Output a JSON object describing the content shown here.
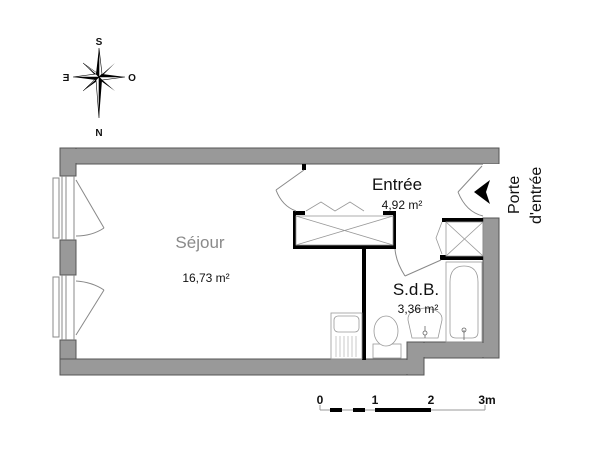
{
  "compass": {
    "north": "N",
    "south": "S",
    "east": "E",
    "west": "O"
  },
  "rooms": [
    {
      "name": "Séjour",
      "area": "16,73 m²"
    },
    {
      "name": "Entrée",
      "area": "4,92 m²"
    },
    {
      "name": "S.d.B.",
      "area": "3,36 m²"
    }
  ],
  "door_label": {
    "line1": "Porte",
    "line2": "d'entrée"
  },
  "scale_bar": {
    "ticks": [
      "0",
      "1",
      "2",
      "3m"
    ],
    "unit": "m"
  },
  "colors": {
    "wall": "#999999",
    "wall_stroke": "#555555",
    "partition": "#000000",
    "fixture": "#aaaaaa"
  }
}
